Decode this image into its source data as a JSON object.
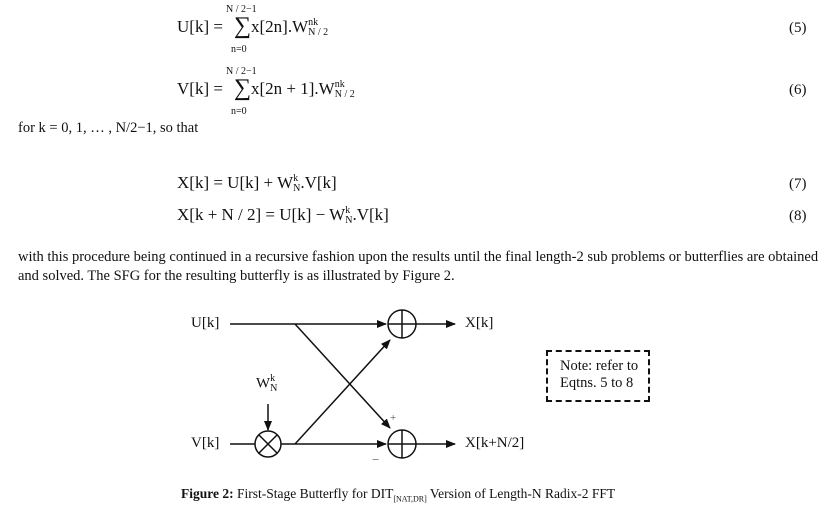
{
  "equations": [
    {
      "lhs": "U[k] =",
      "upper": "N / 2−1",
      "sigma": "∑",
      "lower": "n=0",
      "body": "x[2n].W",
      "sup": "nk",
      "sub": "N / 2",
      "number": "(5)"
    },
    {
      "lhs": "V[k] =",
      "upper": "N / 2−1",
      "sigma": "∑",
      "lower": "n=0",
      "body": "x[2n + 1].W",
      "sup": "nk",
      "sub": "N / 2",
      "number": "(6)"
    },
    {
      "lhs": "X[k] = U[k] + W",
      "sup": "k",
      "sub": "N",
      "rest": ".V[k]",
      "number": "(7)"
    },
    {
      "lhs": "X[k + N / 2] = U[k] − W",
      "sup": "k",
      "sub": "N",
      "rest": ".V[k]",
      "number": "(8)"
    }
  ],
  "for_text": "for k = 0, 1, … , N/2−1, so that",
  "paragraph": [
    "with this procedure being continued in a recursive fashion upon the results until the final length-2 sub problems or butterflies are obtained",
    "and solved. The SFG for the resulting butterfly is as illustrated by Figure 2."
  ],
  "diagram": {
    "input_top": "U[k]",
    "input_bottom": "V[k]",
    "output_top": "X[k]",
    "output_bottom": "X[k+N/2]",
    "twiddle_base": "W",
    "twiddle_sup": "k",
    "twiddle_sub": "N",
    "plus_sign": "+",
    "minus_sign": "−",
    "note_line1": "Note: refer to",
    "note_line2": "Eqtns. 5 to 8"
  },
  "caption": {
    "label": "Figure 2:",
    "text1": " First-Stage Butterfly for DIT",
    "sub": "[NAT,DR]",
    "text2": " Version of Length-N Radix-2 FFT"
  }
}
